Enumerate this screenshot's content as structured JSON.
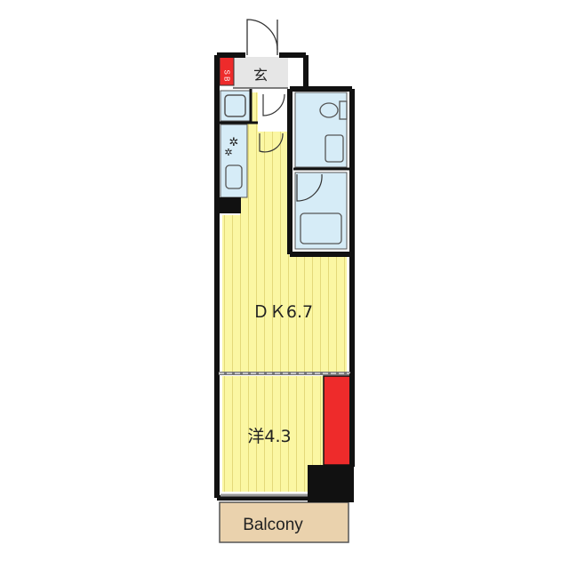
{
  "floorplan": {
    "rooms": {
      "dk": {
        "label": "ＤＫ6.7"
      },
      "western_room": {
        "label": "洋4.3"
      },
      "balcony": {
        "label": "Balcony"
      },
      "entrance": {
        "label": "玄"
      },
      "shoe_box": {
        "label": "S B"
      }
    },
    "colors": {
      "room_floor": "#fbf7a3",
      "floor_lines": "#e3d97a",
      "wet_area": "#d6ecf7",
      "balcony": "#ead2ad",
      "entrance": "#e6e6e6",
      "wall": "#111111",
      "closet": "#ee2b2b",
      "shoe_box": "#ee2b2b"
    }
  }
}
